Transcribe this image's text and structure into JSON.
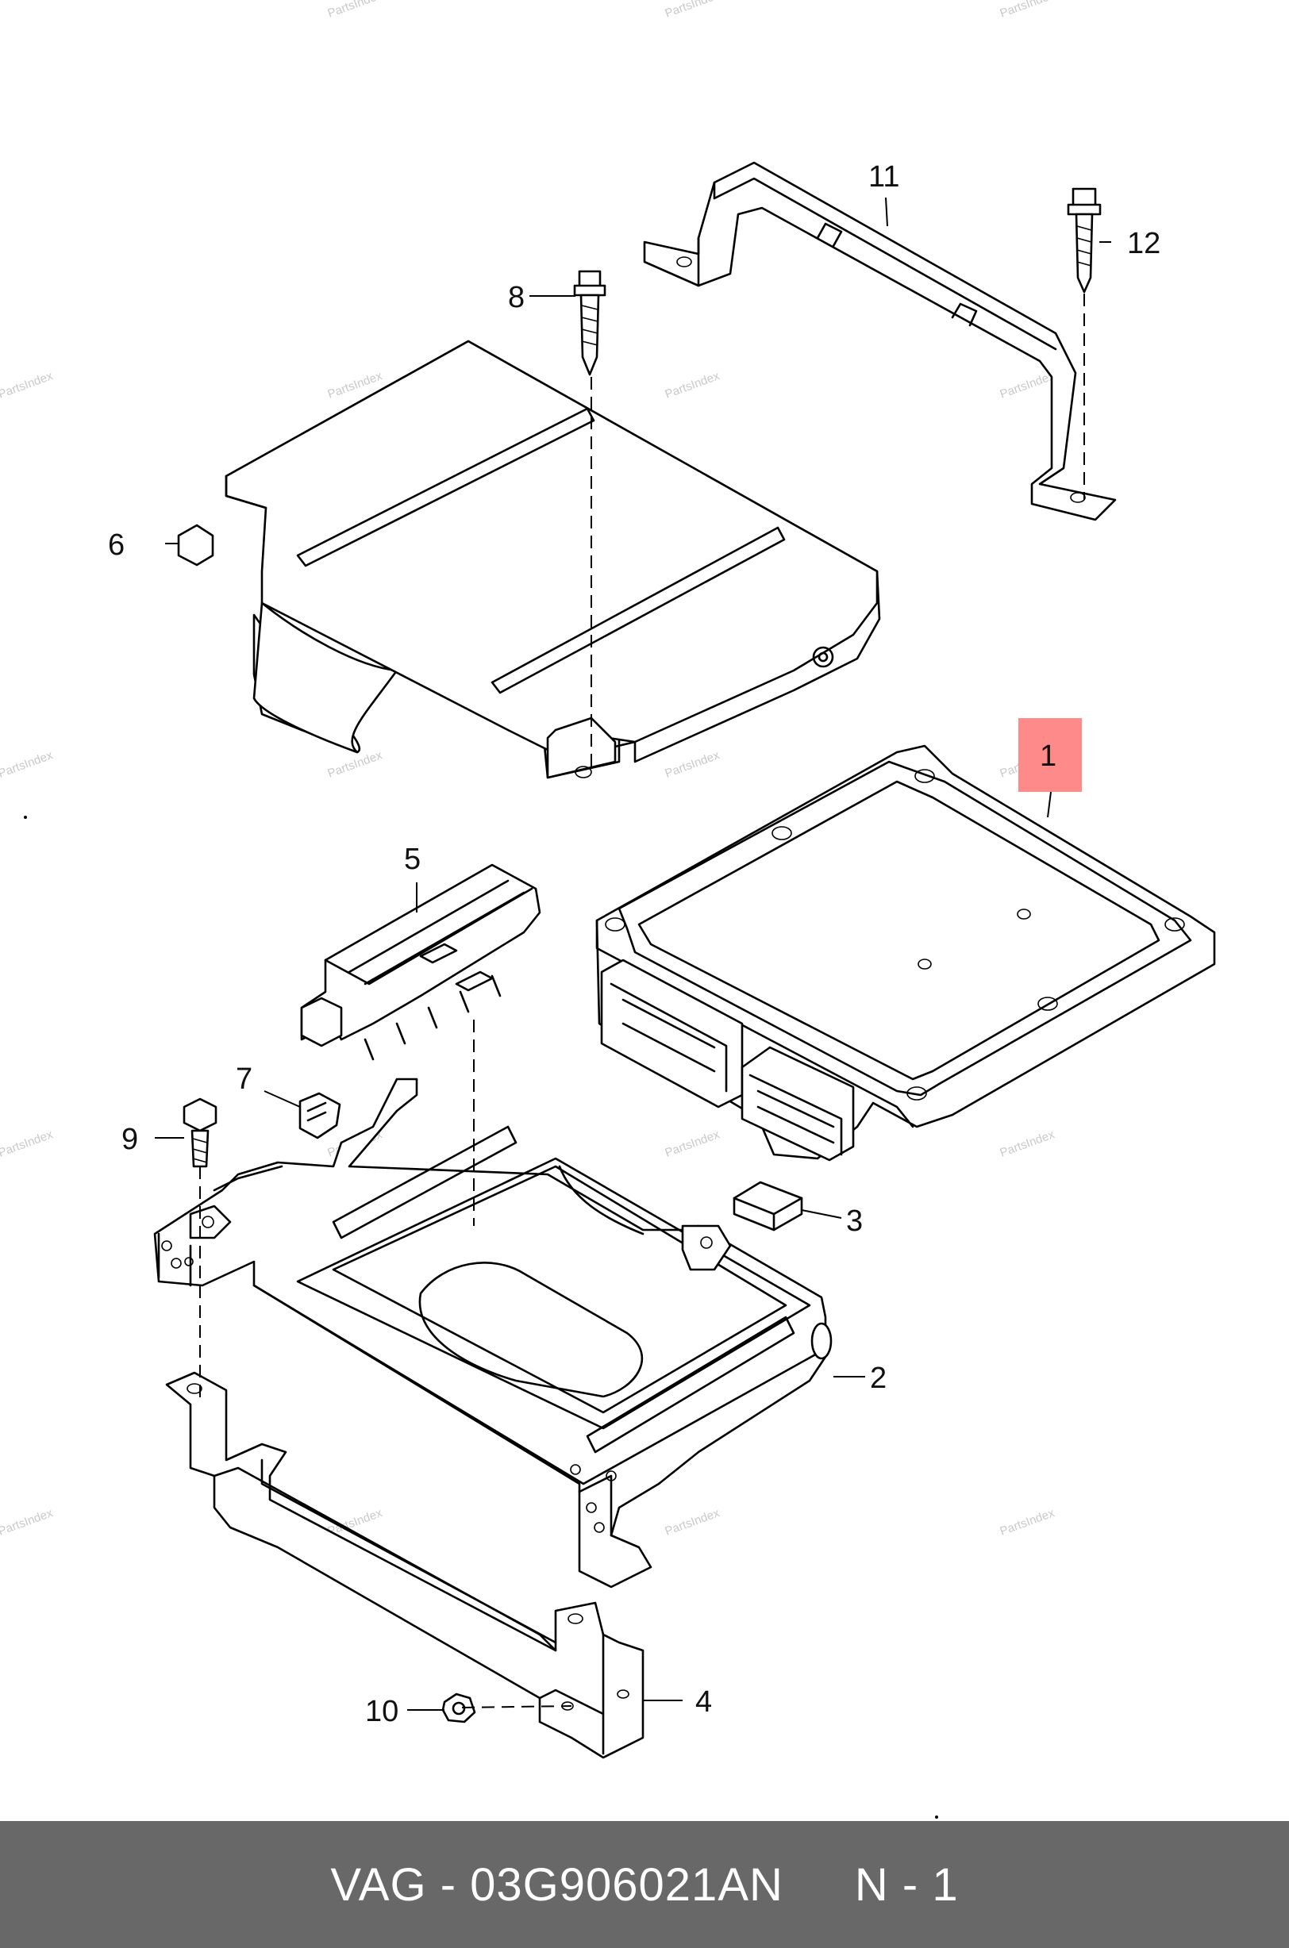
{
  "diagram": {
    "callouts": [
      {
        "id": "1",
        "label": "1"
      },
      {
        "id": "2",
        "label": "2"
      },
      {
        "id": "3",
        "label": "3"
      },
      {
        "id": "4",
        "label": "4"
      },
      {
        "id": "5",
        "label": "5"
      },
      {
        "id": "6",
        "label": "6"
      },
      {
        "id": "7",
        "label": "7"
      },
      {
        "id": "8",
        "label": "8"
      },
      {
        "id": "9",
        "label": "9"
      },
      {
        "id": "10",
        "label": "10"
      },
      {
        "id": "11",
        "label": "11"
      },
      {
        "id": "12",
        "label": "12"
      }
    ],
    "highlighted_callout": "1",
    "highlight_color": "#ff8a8a",
    "watermark": "PartsIndex"
  },
  "footer": {
    "part_number": "VAG - 03G906021AN",
    "position": "N - 1",
    "background_color": "#686868"
  }
}
